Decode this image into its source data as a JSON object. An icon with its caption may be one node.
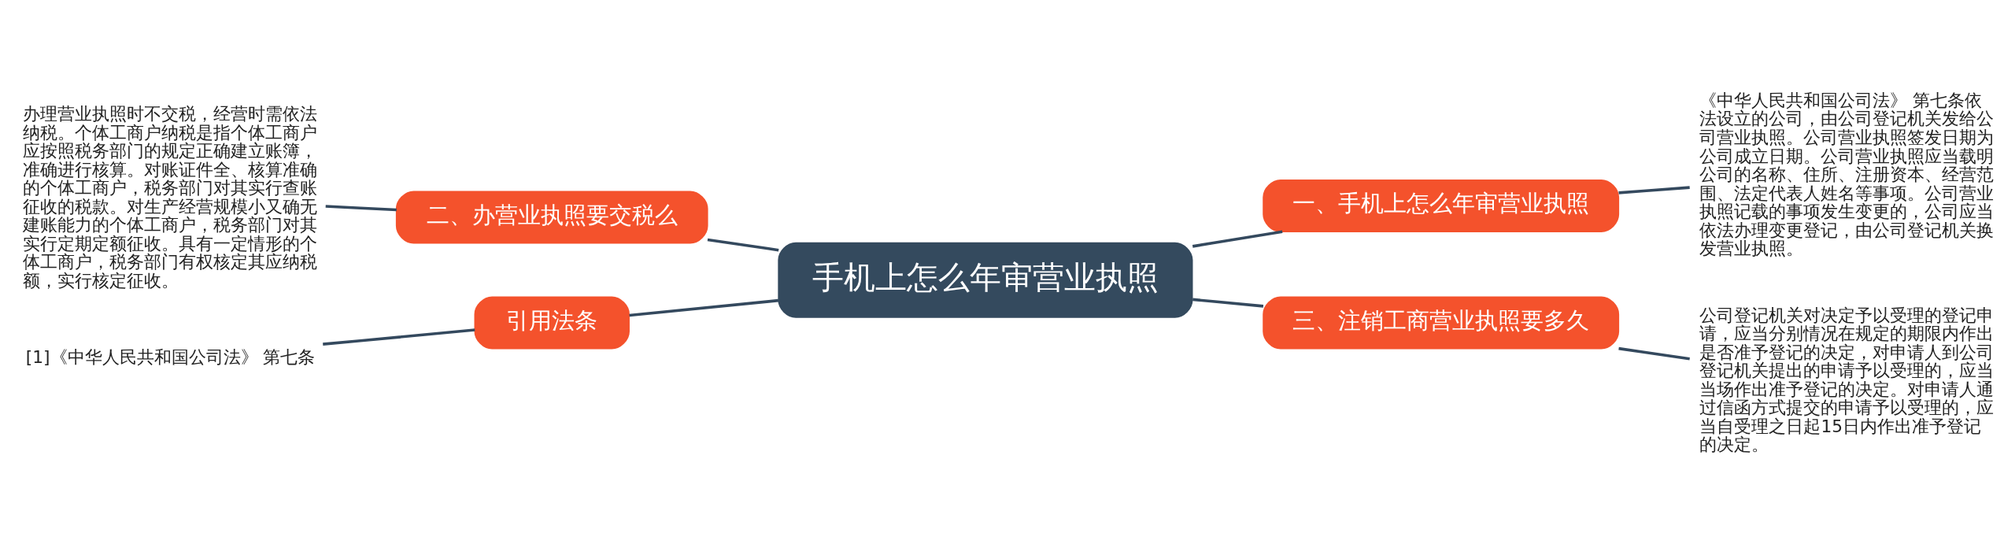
{
  "diagram": {
    "nodes": [
      {
        "text": [
          "手机上怎么年审营业执照"
        ]
      },
      {
        "text": [
          "一、手机上怎么年审营业执照"
        ]
      },
      {
        "text": [
          "《中华人民共和国公司法》 第七条依法设立的公司，由公司登记机关发给公司营业执照。公司营业执照签发日期为公司成立日期。公司营业执照应当载明公司的名称、住所、注册资本、经营范围、法定代表人姓名等事项。公司营业执照记载的事项发生变更的，公司应当依法办理变更登记，由公司登记机关换发营业执照。"
        ]
      },
      {
        "text": [
          "三、注销工商营业执照要多久"
        ]
      },
      {
        "text": [
          "公司登记机关对决定予以受理的登记申请，应当分别情况在规定的期限内作出是否准予登记的决定，对申请人到公司登记机关提出的申请予以受理的，应当当场作出准予登记的决定。对申请人通过信函方式提交的申请予以受理的，应当自受理之日起15日内作出准予登记的决定。"
        ]
      },
      {
        "text": [
          "二、办营业执照要交税么"
        ]
      },
      {
        "text": [
          "办理营业执照时不交税，经营时需依法纳税。个体工商户纳税是指个体工商户应按照税务部门的规定正确建立账簿，准确进行核算。对账证件全、核算准确的个体工商户，税务部门对其实行查账征收的税款。对生产经营规模小又确无建账能力的个体工商户，税务部门对其实行定期定额征收。具有一定情形的个体工商户，税务部门有权核定其应纳税额，实行核定征收。"
        ]
      },
      {
        "text": [
          "引用法条"
        ]
      },
      {
        "text": [
          "[1]《中华人民共和国公司法》 第七条"
        ]
      }
    ],
    "edges": [
      {
        "from": 0,
        "to": 1,
        "arrow": "none"
      },
      {
        "from": 1,
        "to": 2,
        "arrow": "none"
      },
      {
        "from": 0,
        "to": 3,
        "arrow": "none"
      },
      {
        "from": 3,
        "to": 4,
        "arrow": "none"
      },
      {
        "from": 0,
        "to": 5,
        "arrow": "none"
      },
      {
        "from": 5,
        "to": 6,
        "arrow": "none"
      },
      {
        "from": 0,
        "to": 7,
        "arrow": "none"
      },
      {
        "from": 7,
        "to": 8,
        "arrow": "none"
      }
    ]
  }
}
